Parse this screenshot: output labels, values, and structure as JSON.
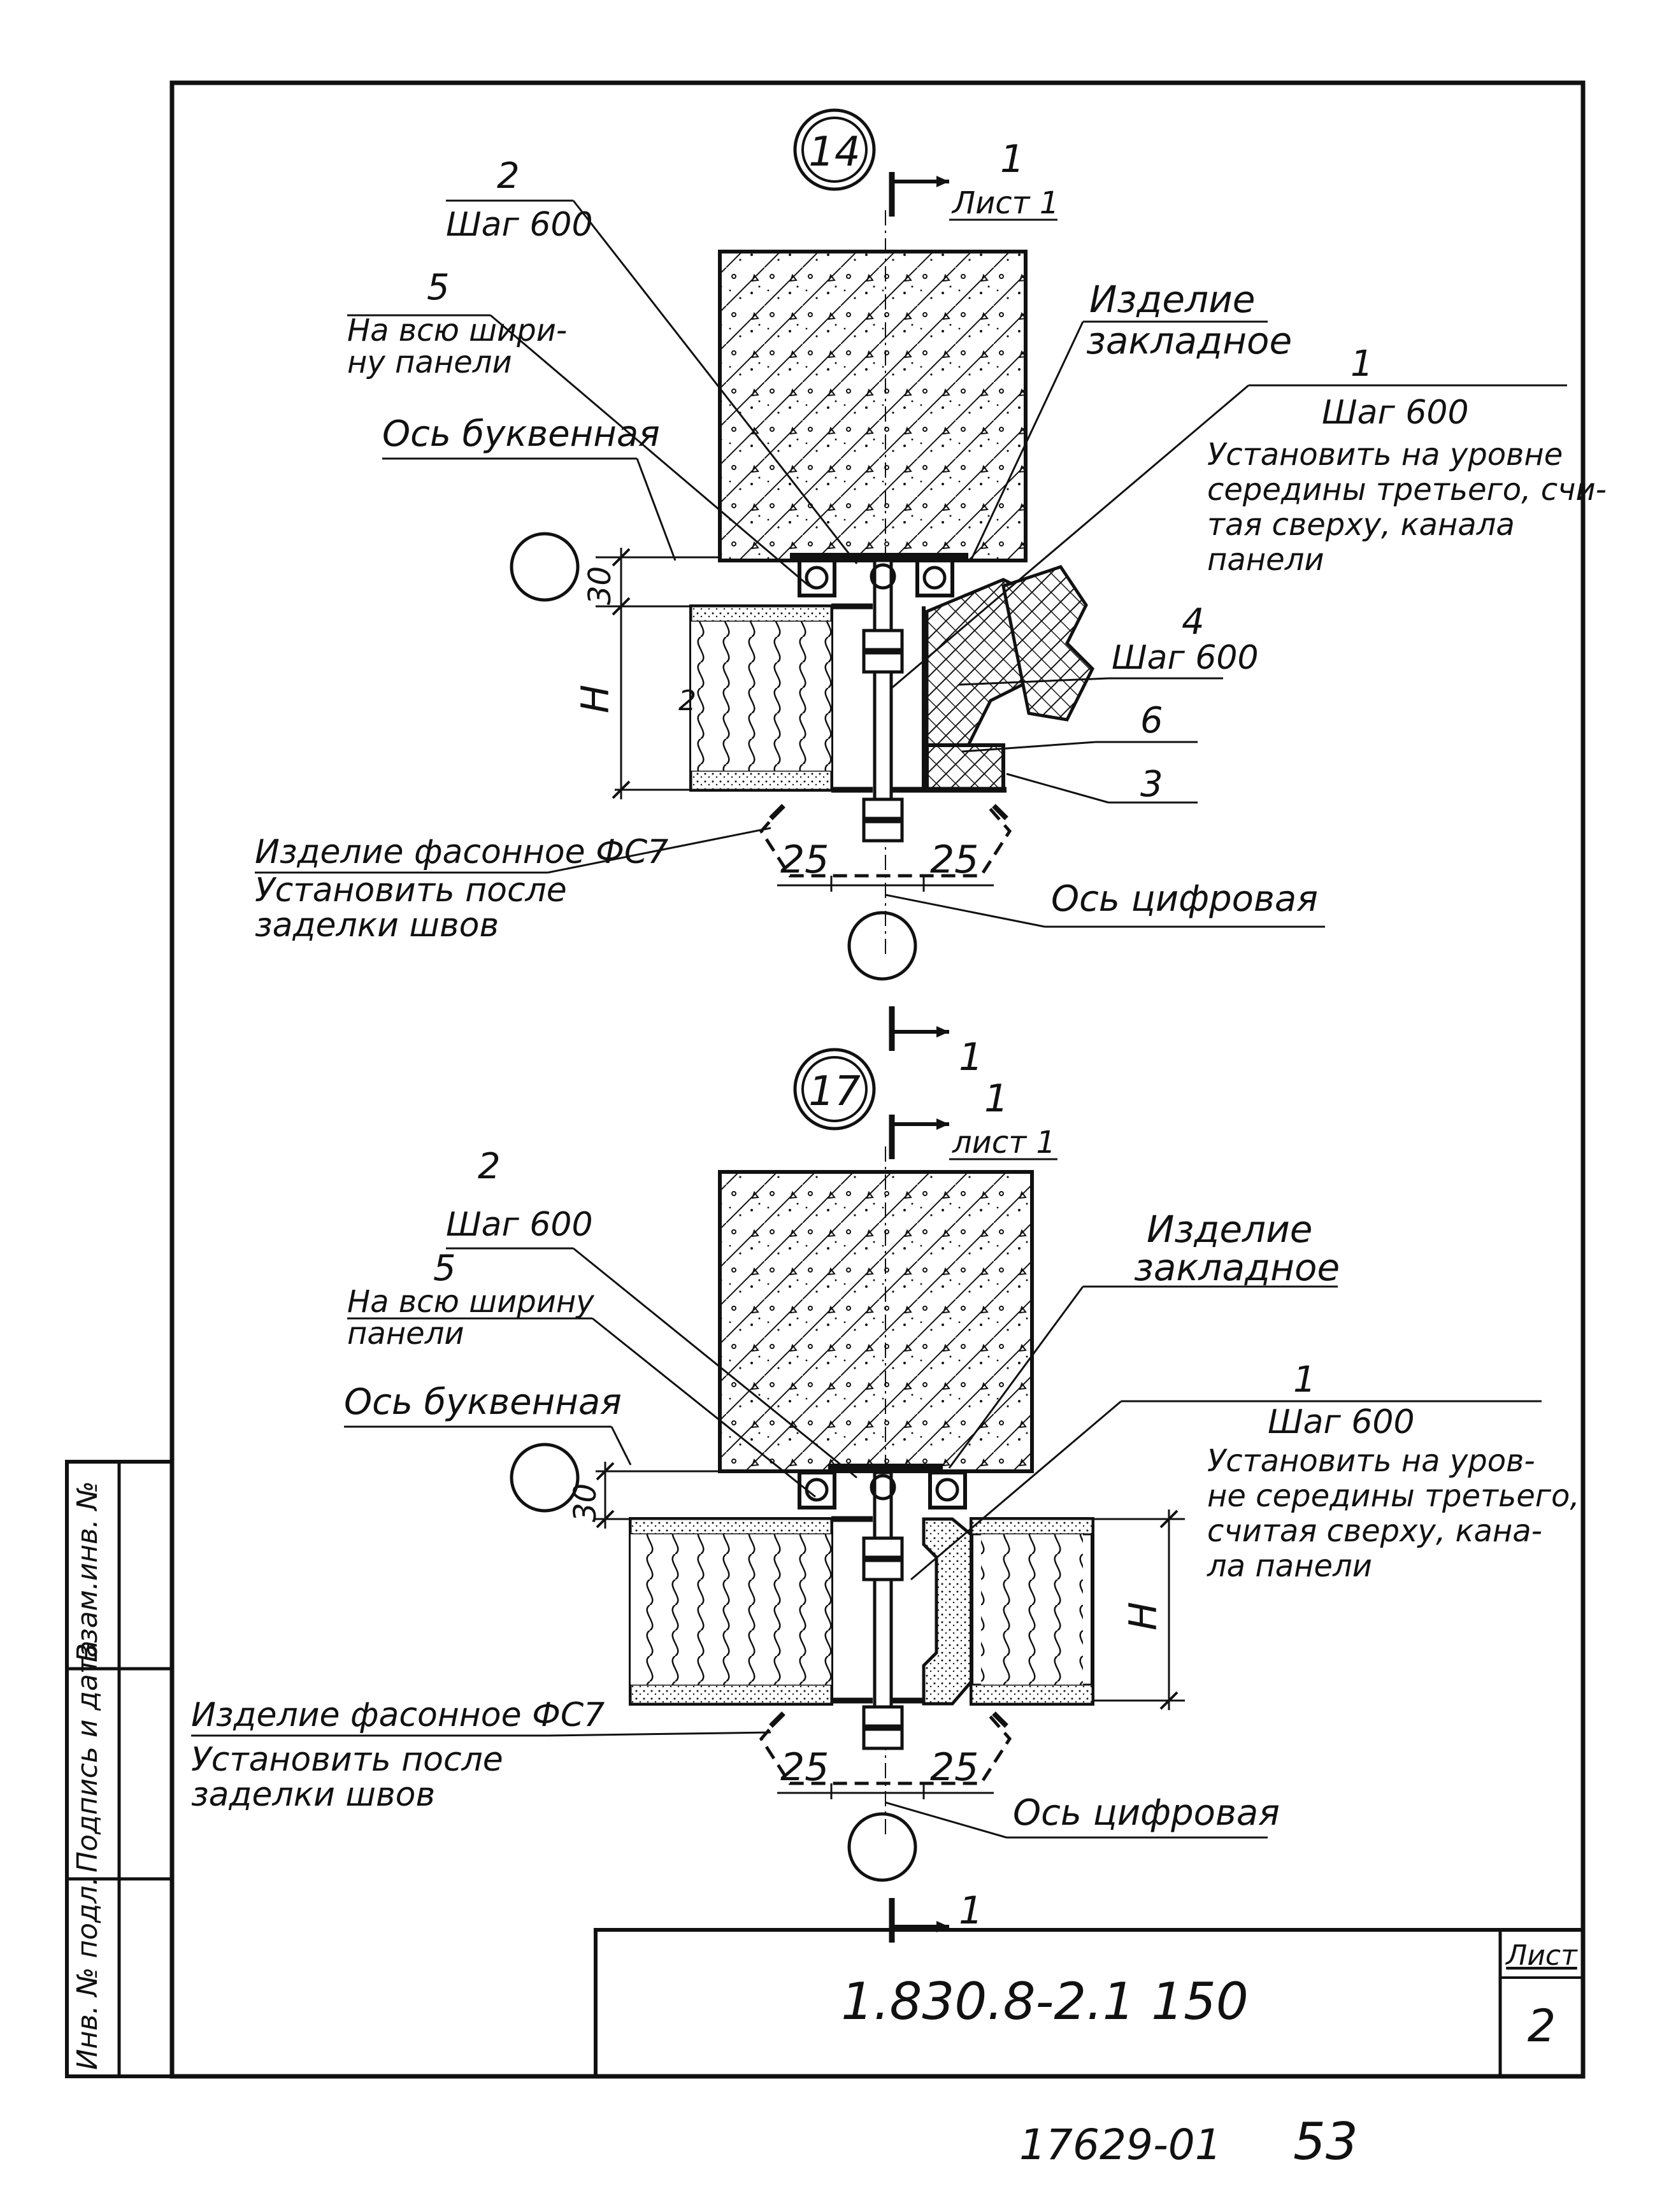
{
  "details": [
    {
      "id": "14",
      "section_top": {
        "number": "1",
        "sheet": "Лист 1"
      },
      "section_bottom": {
        "number": "1"
      },
      "labels": {
        "pos2_number": "2",
        "pos2_step": "Шаг 600",
        "pos5_number": "5",
        "pos5_line1": "На всю шири-",
        "pos5_line2": "ну панели",
        "embedded_line1": "Изделие",
        "embedded_line2": "закладное",
        "pos1_number": "1",
        "pos1_step": "Шаг 600",
        "pos1_note1": "Установить на уровне",
        "pos1_note2": "середины третьего, счи-",
        "pos1_note3": "тая сверху, канала",
        "pos1_note4": "панели",
        "letter_axis": "Ось буквенная",
        "pos4_number": "4",
        "pos4_step": "Шаг 600",
        "pos6_number": "6",
        "pos3_number": "3",
        "dim_30": "30",
        "dim_H": "H",
        "insul_mark": "2",
        "shaped_line1": "Изделие фасонное ФС7",
        "shaped_line2": "Установить после",
        "shaped_line3": "заделки швов",
        "dim_25_left": "25",
        "dim_25_right": "25",
        "digit_axis": "Ось цифровая"
      }
    },
    {
      "id": "17",
      "section_top": {
        "number": "1",
        "sheet": "лист 1"
      },
      "section_bottom": {
        "number": "1"
      },
      "labels": {
        "pos2_number": "2",
        "pos2_step": "Шаг 600",
        "pos5_number": "5",
        "pos5_line1": "На всю ширину",
        "pos5_line2": "панели",
        "embedded_line1": "Изделие",
        "embedded_line2": "закладное",
        "pos1_number": "1",
        "pos1_step": "Шаг 600",
        "pos1_note1": "Установить на уров-",
        "pos1_note2": "не середины третьего,",
        "pos1_note3": "считая сверху, кана-",
        "pos1_note4": "ла панели",
        "letter_axis": "Ось буквенная",
        "dim_30": "30",
        "dim_H": "H",
        "shaped_line1": "Изделие фасонное ФС7",
        "shaped_line2": "Установить после",
        "shaped_line3": "заделки швов",
        "dim_25_left": "25",
        "dim_25_right": "25",
        "digit_axis": "Ось цифровая"
      }
    }
  ],
  "side_stamp": {
    "inv_orig": "Инв. № подл.",
    "sign_date": "Подпись и дата",
    "replace_inv": "Взам.инв. №"
  },
  "title_block": {
    "designation": "1.830.8-2.1 150",
    "sheet_label": "Лист",
    "sheet_number": "2"
  },
  "footer": {
    "archive_number": "17629-01",
    "page_number": "53"
  }
}
